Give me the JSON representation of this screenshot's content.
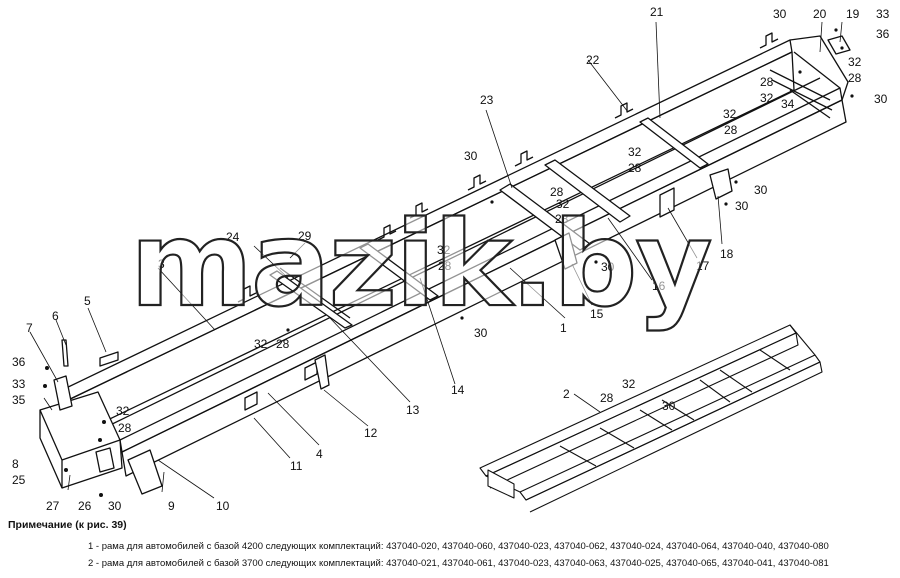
{
  "watermark": "mazik.by",
  "callouts": {
    "c1": "1",
    "c2": "2",
    "c3": "3",
    "c4": "4",
    "c5": "5",
    "c6": "6",
    "c7": "7",
    "c8": "8",
    "c9": "9",
    "c10": "10",
    "c11": "11",
    "c12": "12",
    "c13": "13",
    "c14": "14",
    "c15": "15",
    "c16": "16",
    "c17": "17",
    "c18": "18",
    "c19": "19",
    "c20": "20",
    "c21": "21",
    "c22": "22",
    "c23": "23",
    "c24": "24",
    "c25": "25",
    "c26": "26",
    "c27": "27",
    "c28a": "28",
    "c28b": "28",
    "c28c": "28",
    "c28d": "28",
    "c28e": "28",
    "c28f": "28",
    "c28g": "28",
    "c28h": "28",
    "c28i": "28",
    "c28j": "28",
    "c29": "29",
    "c30a": "30",
    "c30b": "30",
    "c30c": "30",
    "c30d": "30",
    "c30e": "30",
    "c30f": "30",
    "c30g": "30",
    "c30h": "30",
    "c30i": "30",
    "c32a": "32",
    "c32b": "32",
    "c32c": "32",
    "c32d": "32",
    "c32e": "32",
    "c32f": "32",
    "c32g": "32",
    "c32h": "32",
    "c32i": "32",
    "c33a": "33",
    "c33b": "33",
    "c34": "34",
    "c35": "35",
    "c36a": "36",
    "c36b": "36"
  },
  "notes": {
    "title": "Примечание (к рис. 39)",
    "line1": "1 - рама для автомобилей с базой 4200 следующих комплектаций: 437040-020, 437040-060, 437040-023, 437040-062, 437040-024, 437040-064, 437040-040, 437040-080",
    "line2": "2 - рама для автомобилей с базой 3700 следующих комплектаций: 437040-021, 437040-061, 437040-023, 437040-063, 437040-025, 437040-065, 437040-041, 437040-081"
  }
}
